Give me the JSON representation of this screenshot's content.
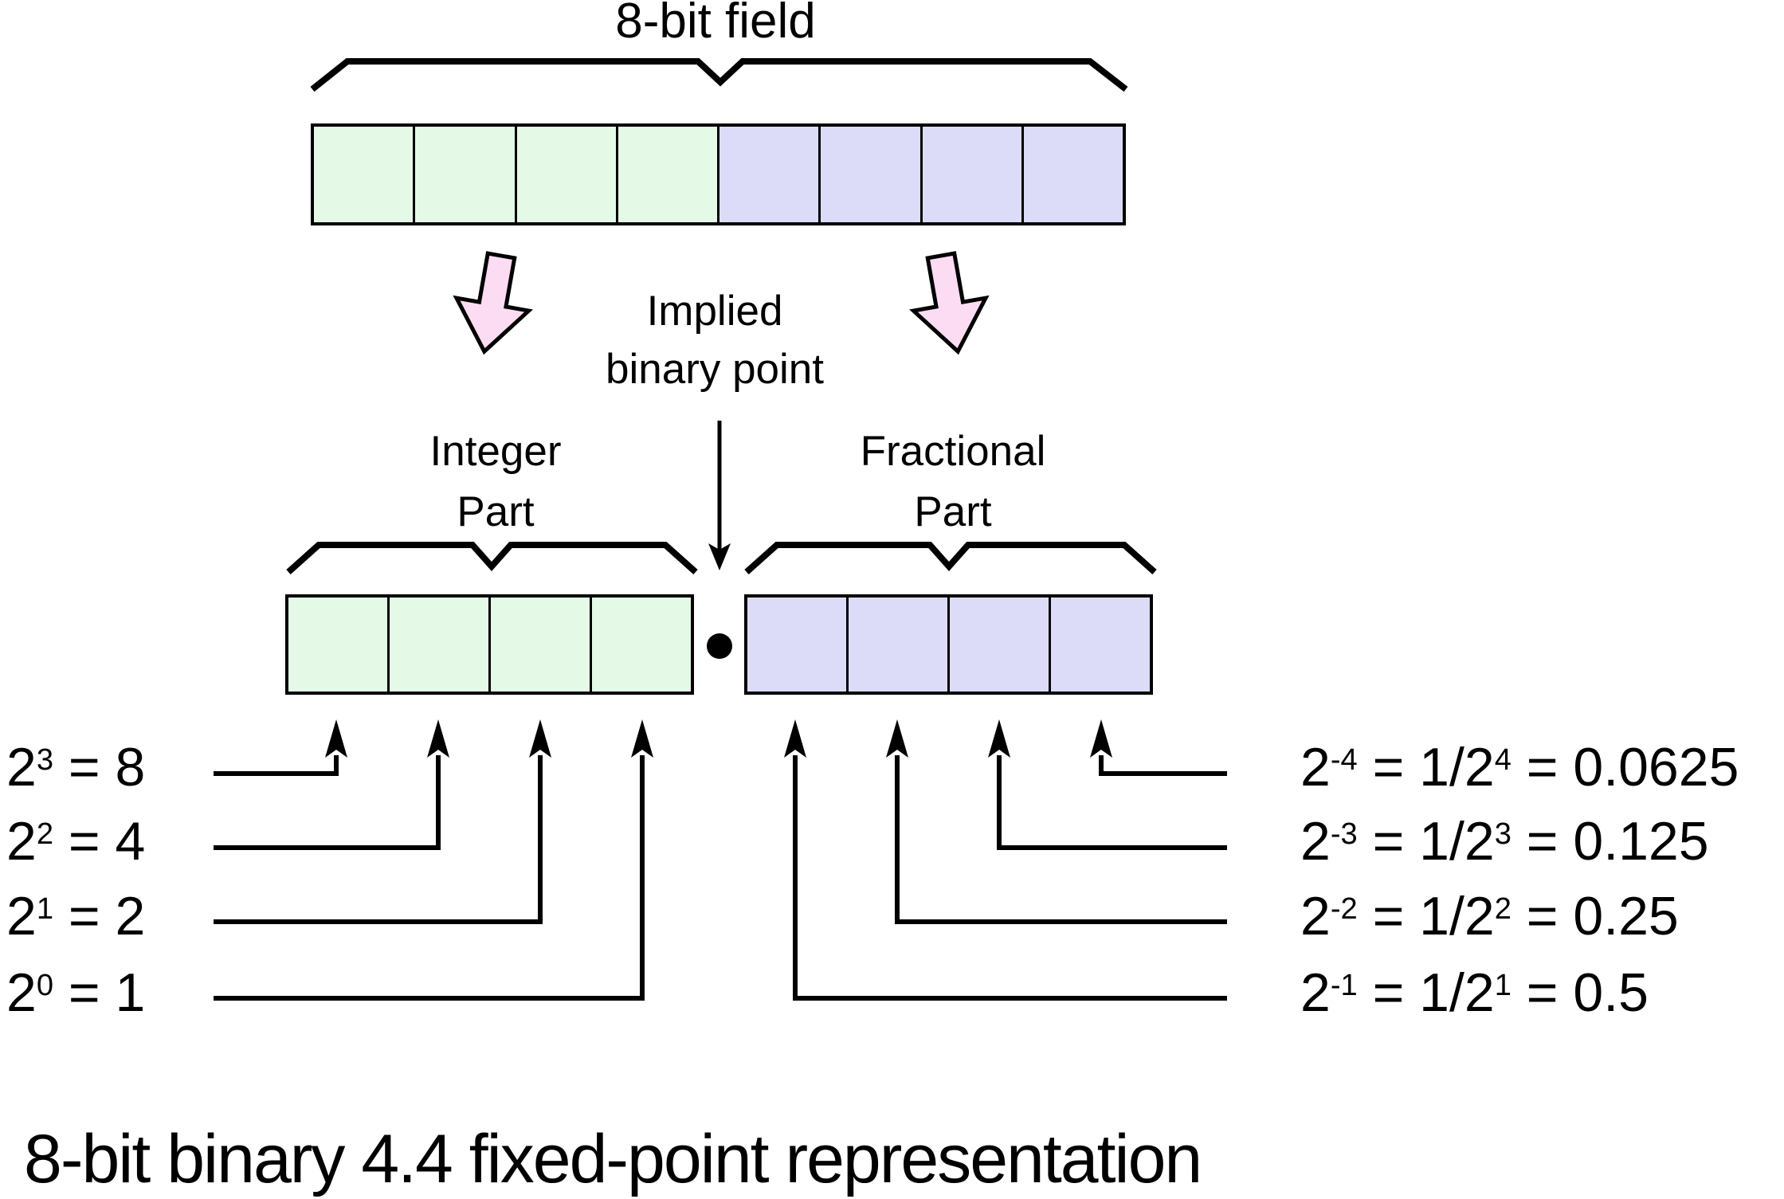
{
  "diagram": {
    "field_label": "8-bit field",
    "implied_line1": "Implied",
    "implied_line2": "binary point",
    "integer_line1": "Integer",
    "integer_line2": "Part",
    "fractional_line1": "Fractional",
    "fractional_line2": "Part",
    "caption": "8-bit binary 4.4 fixed-point representation",
    "integer_bit_count": "4",
    "fraction_bit_count": "4"
  },
  "left_labels": [
    {
      "base": "2",
      "exp": "3",
      "eq": " = 8"
    },
    {
      "base": "2",
      "exp": "2",
      "eq": " = 4"
    },
    {
      "base": "2",
      "exp": "1",
      "eq": " = 2"
    },
    {
      "base": "2",
      "exp": "0",
      "eq": " = 1"
    }
  ],
  "right_labels": [
    {
      "base": "2",
      "exp": "-4",
      "mid": " = 1/2",
      "exp2": "4",
      "eq": " = 0.0625"
    },
    {
      "base": "2",
      "exp": "-3",
      "mid": " = 1/2",
      "exp2": "3",
      "eq": " = 0.125"
    },
    {
      "base": "2",
      "exp": "-2",
      "mid": " = 1/2",
      "exp2": "2",
      "eq": " = 0.25"
    },
    {
      "base": "2",
      "exp": "-1",
      "mid": " = 1/2",
      "exp2": "1",
      "eq": " = 0.5"
    }
  ],
  "colors": {
    "integer_cell": "#e4fae6",
    "fraction_cell": "#dcdcf8",
    "arrow_pink": "#fbdcf3",
    "ink": "#000000"
  }
}
